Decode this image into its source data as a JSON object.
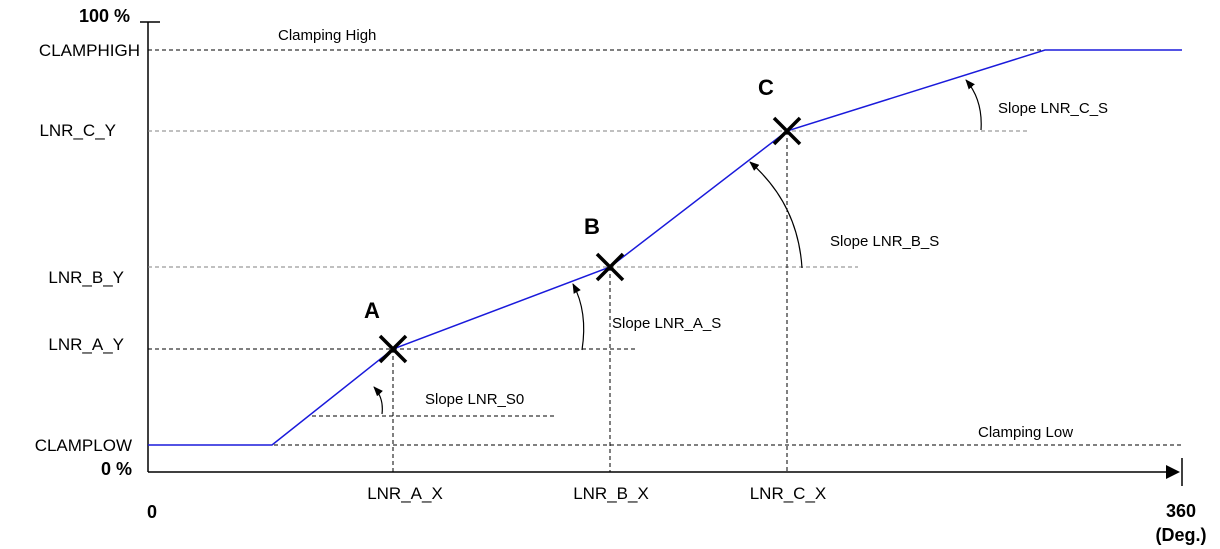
{
  "y_axis": {
    "top": "100 %",
    "clamp_high": "CLAMPHIGH",
    "c_y": "LNR_C_Y",
    "b_y": "LNR_B_Y",
    "a_y": "LNR_A_Y",
    "clamp_low": "CLAMPLOW",
    "bottom": "0 %"
  },
  "x_axis": {
    "origin": "0",
    "a_x": "LNR_A_X",
    "b_x": "LNR_B_X",
    "c_x": "LNR_C_X",
    "max": "360",
    "unit": "(Deg.)"
  },
  "lines": {
    "clamping_high": "Clamping High",
    "clamping_low": "Clamping Low"
  },
  "points": {
    "a": "A",
    "b": "B",
    "c": "C"
  },
  "slopes": {
    "s0": "Slope LNR_S0",
    "a_s": "Slope LNR_A_S",
    "b_s": "Slope LNR_B_S",
    "c_s": "Slope LNR_C_S"
  },
  "colors": {
    "curve": "#1a1adb",
    "axis": "#000000",
    "guide": "#808080"
  }
}
